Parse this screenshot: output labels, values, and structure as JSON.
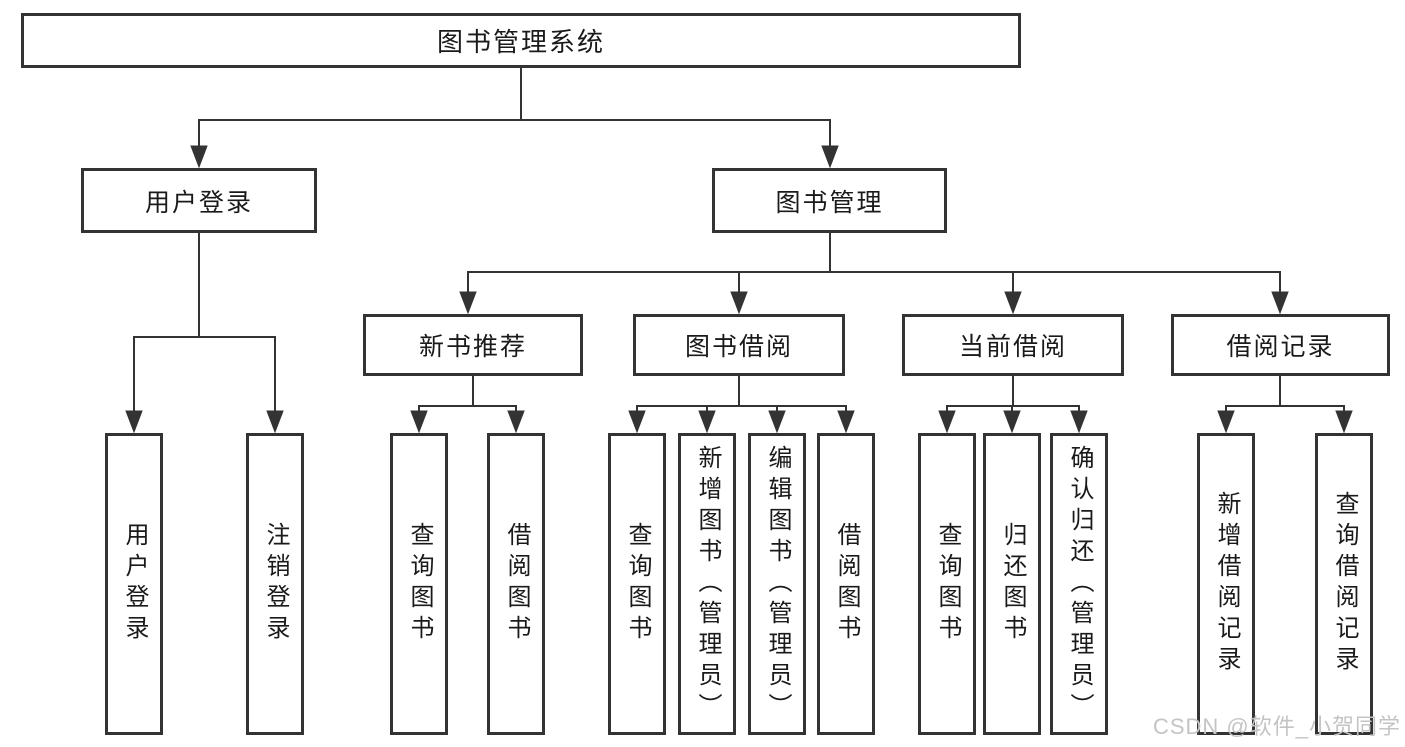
{
  "diagram": {
    "type": "tree",
    "root": "图书管理系统",
    "level2": [
      "用户登录",
      "图书管理"
    ],
    "level3": [
      "新书推荐",
      "图书借阅",
      "当前借阅",
      "借阅记录"
    ],
    "leaves": {
      "user_login": [
        "用户登录",
        "注销登录"
      ],
      "new_book": [
        "查询图书",
        "借阅图书"
      ],
      "book_borrow": [
        "查询图书",
        "新增图书（管理员）",
        "编辑图书（管理员）",
        "借阅图书"
      ],
      "current_borrow": [
        "查询图书",
        "归还图书",
        "确认归还（管理员）"
      ],
      "borrow_records": [
        "新增借阅记录",
        "查询借阅记录"
      ]
    }
  },
  "watermark": {
    "text": "CSDN @软件_小贺同学"
  },
  "colors": {
    "line": "#333333",
    "text": "#1a1a1a",
    "background": "#ffffff",
    "watermark": "#c4c4c4"
  }
}
